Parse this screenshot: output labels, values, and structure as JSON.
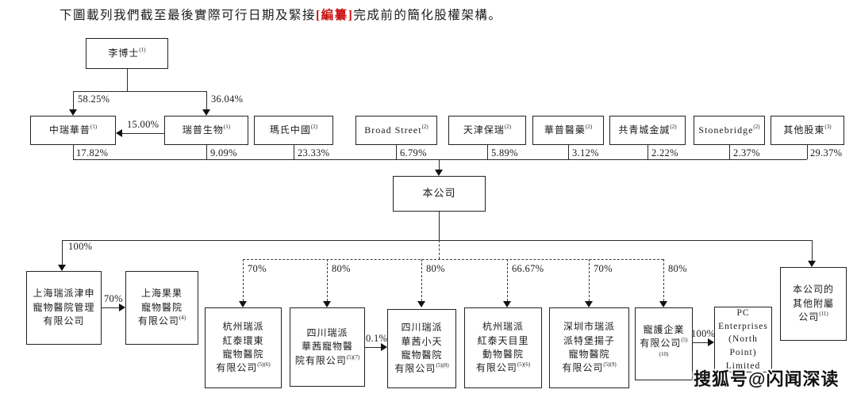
{
  "title": {
    "prefix": "下圖載列我們截至最後實際可行日期及緊接",
    "bracket": "[編纂]",
    "suffix": "完成前的簡化股權架構。"
  },
  "colors": {
    "accent_red": "#cc1111",
    "line": "#2a2a2a",
    "background": "#ffffff"
  },
  "watermark": "搜狐号@闪闻深读",
  "nodes": {
    "li": {
      "name": "李博士",
      "sup": "(1)"
    },
    "zhongrui": {
      "name": "中瑞華普",
      "sup": "(1)"
    },
    "ruipu": {
      "name": "瑞普生物",
      "sup": "(1)"
    },
    "mars": {
      "name": "瑪氏中國",
      "sup": "(2)"
    },
    "broadstreet": {
      "name": "Broad Street",
      "sup": "(2)"
    },
    "tianjin": {
      "name": "天津保瑞",
      "sup": "(2)"
    },
    "huapu": {
      "name": "華普醫藥",
      "sup": "(2)"
    },
    "gongqingcheng": {
      "name": "共青城金諴",
      "sup": "(2)"
    },
    "stonebridge": {
      "name": "Stonebridge",
      "sup": "(2)"
    },
    "others": {
      "name": "其他股東",
      "sup": "(3)"
    },
    "company": {
      "name": "本公司",
      "sup": ""
    },
    "jinshen": {
      "name": "上海瑞派津申\n寵物醫院管理\n有限公司",
      "sup": ""
    },
    "guoguo": {
      "name": "上海果果\n寵物醫院\n有限公司",
      "sup": "(4)"
    },
    "hongtai_huandong": {
      "name": "杭州瑞派\n紅泰環東\n寵物醫院\n有限公司",
      "sup": "(5)(6)"
    },
    "huaqian": {
      "name": "四川瑞派\n華茜寵物醫\n院有限公司",
      "sup": "(5)(7)"
    },
    "huaqian_xiaotian": {
      "name": "四川瑞派\n華茜小天\n寵物醫院\n有限公司",
      "sup": "(5)(8)"
    },
    "tianmuli": {
      "name": "杭州瑞派\n紅泰天目里\n動物醫院\n有限公司",
      "sup": "(5)(6)"
    },
    "shenzhen": {
      "name": "深圳市瑞派\n派特堡揚子\n寵物醫院\n有限公司",
      "sup": "(5)(9)"
    },
    "chonghu": {
      "name": "寵護企業\n有限公司",
      "sup": "(5)(10)"
    },
    "pc": {
      "name": "PC\nEnterprises\n(North Point)\nLimited",
      "sup": ""
    },
    "subsidiaries": {
      "name": "本公司的\n其他附屬\n公司",
      "sup": "(11)"
    }
  },
  "percentages": {
    "li_to_zhongrui": "58.25%",
    "li_to_ruipu": "36.04%",
    "ruipu_to_zhongrui": "15.00%",
    "zhongrui_to_company": "17.82%",
    "ruipu_to_company": "9.09%",
    "mars_to_company": "23.33%",
    "broadstreet_to_company": "6.79%",
    "tianjin_to_company": "5.89%",
    "huapu_to_company": "3.12%",
    "gongqingcheng_to_company": "2.22%",
    "stonebridge_to_company": "2.37%",
    "others_to_company": "29.37%",
    "company_to_jinshen": "100%",
    "jinshen_to_guoguo": "70%",
    "company_to_hongtai_huandong": "70%",
    "company_to_huaqian": "80%",
    "company_to_huaqian_xiaotian": "80%",
    "company_to_tianmuli": "66.67%",
    "company_to_shenzhen": "70%",
    "company_to_chonghu": "80%",
    "huaqian_to_xiaotian": "0.1%",
    "chonghu_to_pc": "100%"
  }
}
